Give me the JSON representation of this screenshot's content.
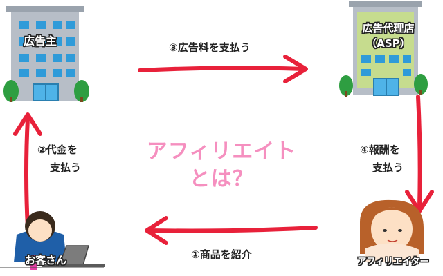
{
  "colors": {
    "arrow": "#e8213a",
    "title": "#f58fbf",
    "building": "#b7bec7",
    "window": "#2f9bd9",
    "tree": "#2e9e41",
    "agency_facade": "#c6dc8e"
  },
  "icons": [
    "building-icon",
    "tree-icon",
    "person-icon",
    "laptop-icon",
    "woman-icon"
  ],
  "nodes": {
    "advertiser": "広告主",
    "agency_line1": "広告代理店",
    "agency_line2": "（ASP）",
    "customer": "お客さん",
    "affiliate": "アフィリエイター"
  },
  "steps": {
    "step1": "①商品を紹介",
    "step2_line1": "②代金を",
    "step2_line2": "支払う",
    "step3": "③広告料を支払う",
    "step4_line1": "④報酬を",
    "step4_line2": "支払う"
  },
  "center": {
    "line1": "アフィリエイト",
    "line2": "とは？"
  }
}
